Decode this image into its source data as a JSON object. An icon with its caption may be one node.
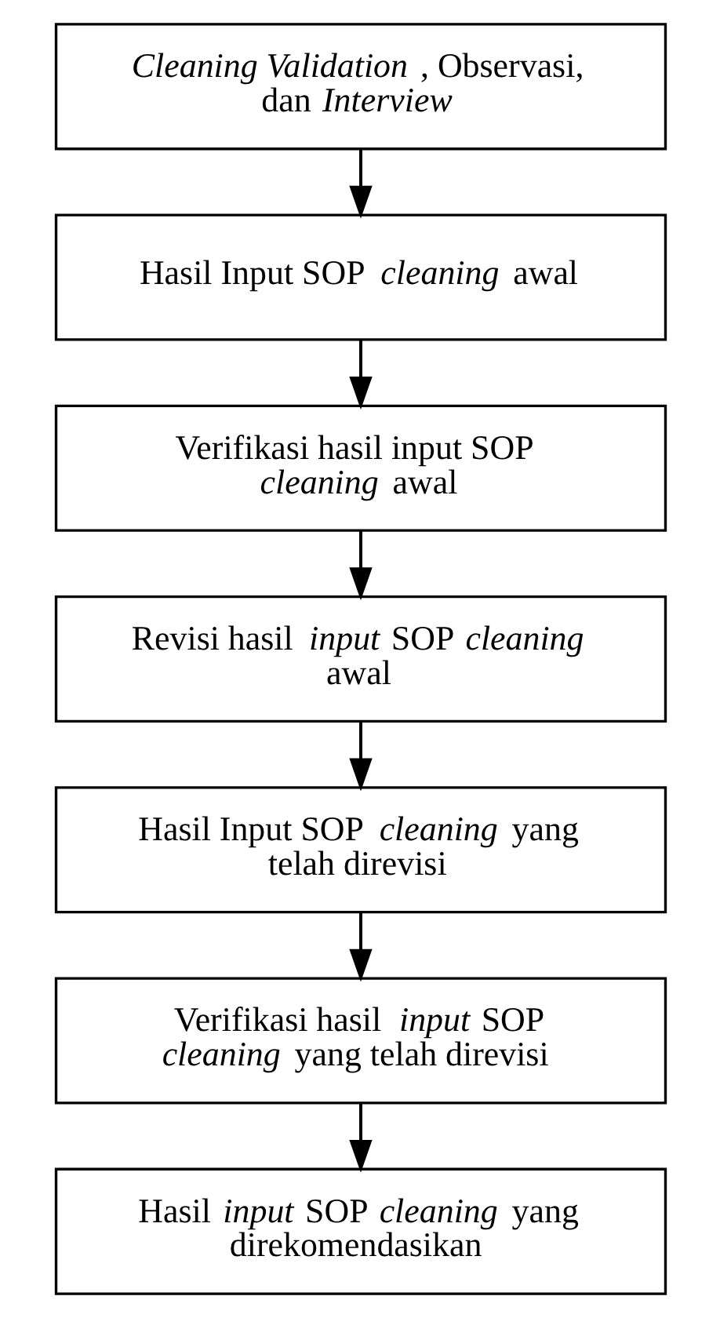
{
  "diagram": {
    "nodes": [
      {
        "text": [
          "*Cleaning Validation*, Observasi, dan *Interview*"
        ]
      },
      {
        "text": [
          "Hasil Input SOP *cleaning* awal"
        ]
      },
      {
        "text": [
          "Verifikasi hasil input SOP *cleaning* awal"
        ]
      },
      {
        "text": [
          "Revisi hasil *input* SOP *cleaning* awal"
        ]
      },
      {
        "text": [
          "Hasil Input SOP *cleaning* yang telah direvisi"
        ]
      },
      {
        "text": [
          "Verifikasi hasil *input* SOP *cleaning* yang telah direvisi"
        ]
      },
      {
        "text": [
          "Hasil *input* SOP *cleaning* yang direkomendasikan"
        ]
      }
    ],
    "edges": [
      {
        "from": 0,
        "to": 1,
        "arrow": "to"
      },
      {
        "from": 1,
        "to": 2,
        "arrow": "to"
      },
      {
        "from": 2,
        "to": 3,
        "arrow": "to"
      },
      {
        "from": 3,
        "to": 4,
        "arrow": "to"
      },
      {
        "from": 4,
        "to": 5,
        "arrow": "to"
      },
      {
        "from": 5,
        "to": 6,
        "arrow": "to"
      }
    ]
  }
}
